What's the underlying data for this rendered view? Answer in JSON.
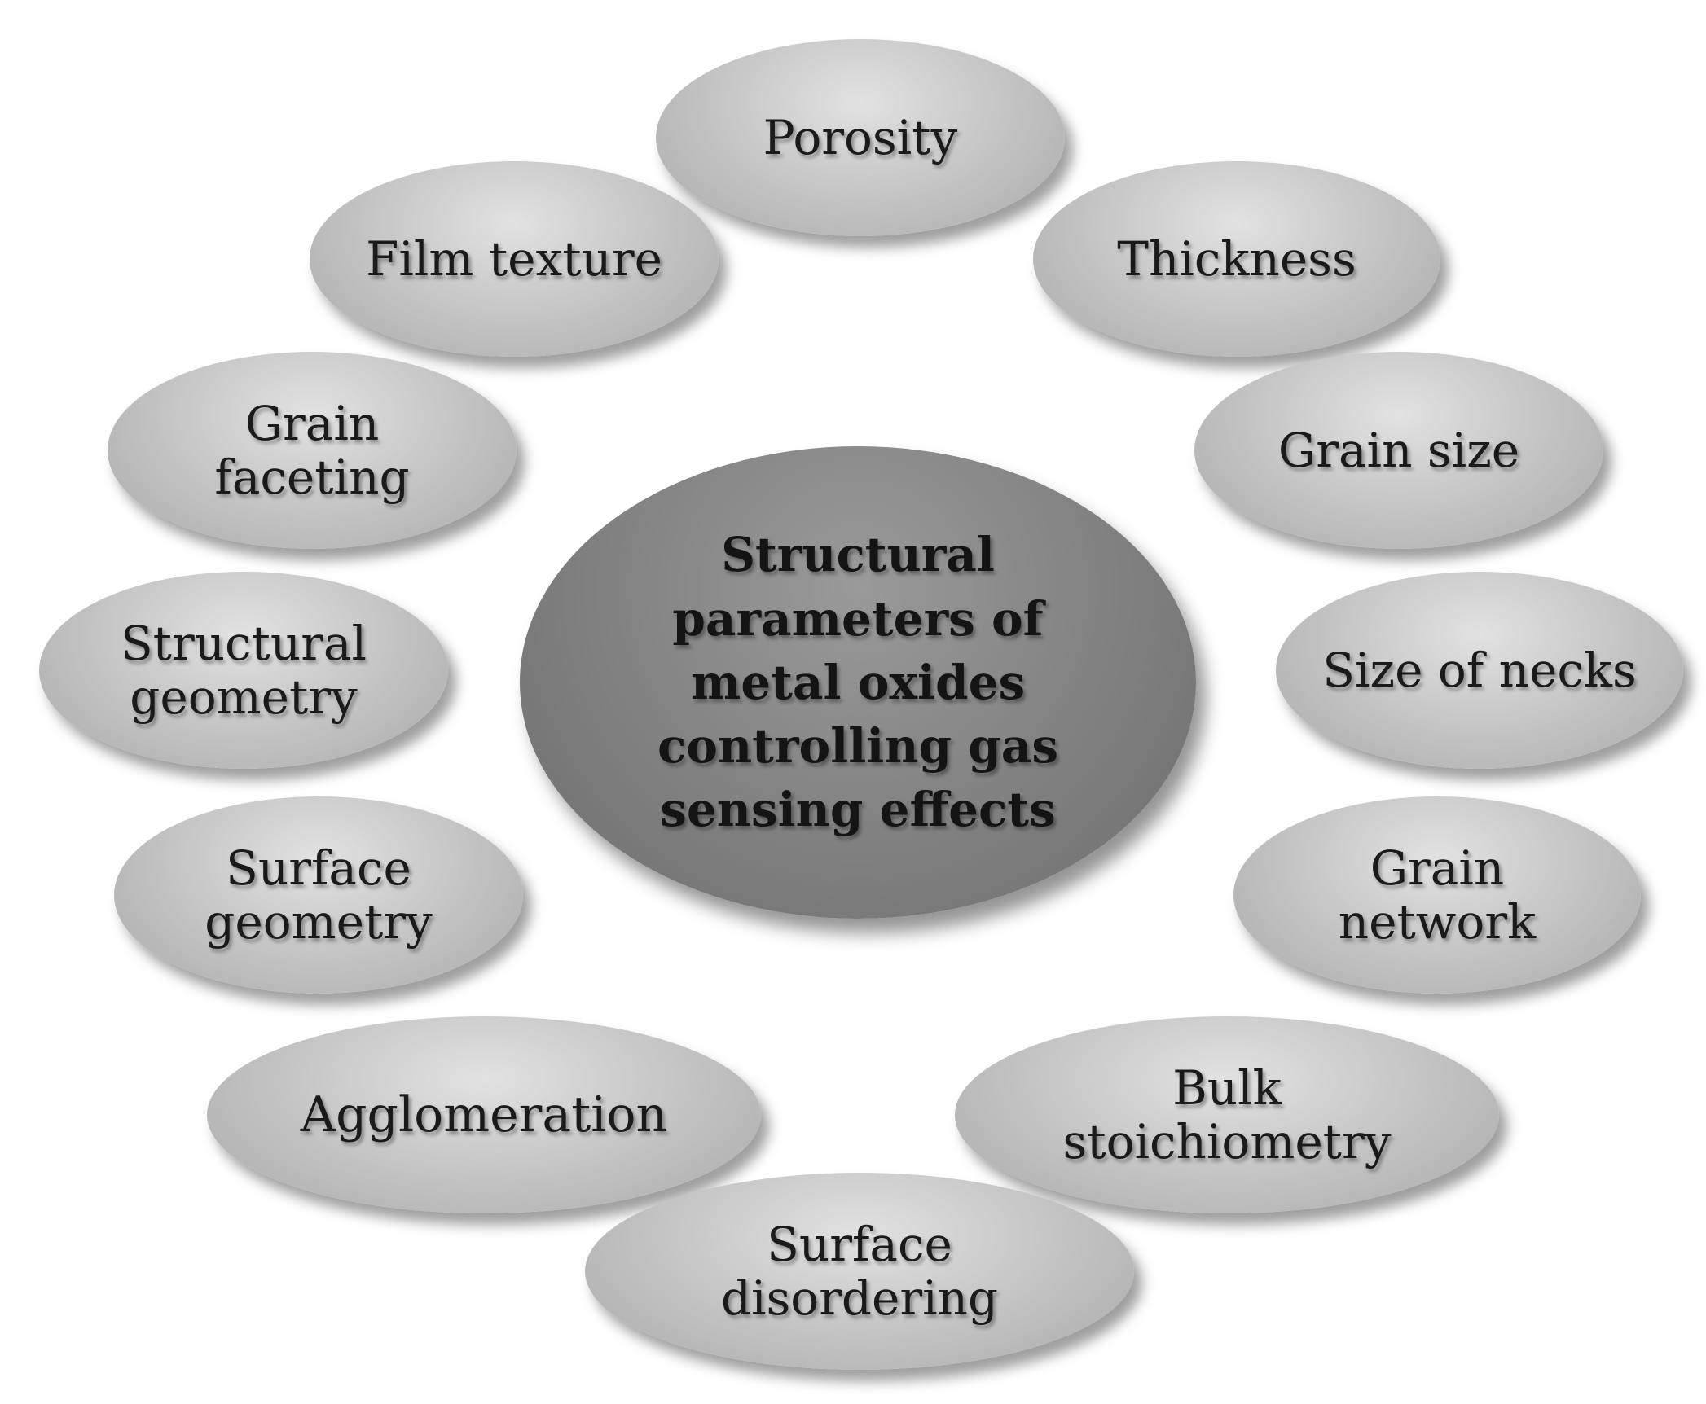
{
  "diagram": {
    "center": {
      "label": "Structural\nparameters of\nmetal oxides\ncontrolling gas\nsensing effects"
    },
    "nodes": {
      "porosity": "Porosity",
      "film_texture": "Film texture",
      "thickness": "Thickness",
      "grain_faceting": "Grain\nfaceting",
      "grain_size": "Grain size",
      "structural_geometry": "Structural\ngeometry",
      "size_of_necks": "Size of necks",
      "surface_geometry": "Surface\ngeometry",
      "grain_network": "Grain\nnetwork",
      "agglomeration": "Agglomeration",
      "bulk_stoichiometry": "Bulk\nstoichiometry",
      "surface_disordering": "Surface\ndisordering"
    }
  },
  "colors": {
    "center_fill": "#858585",
    "node_fill": "#c9c9c9",
    "text": "#1a1a1a",
    "background": "#ffffff"
  }
}
